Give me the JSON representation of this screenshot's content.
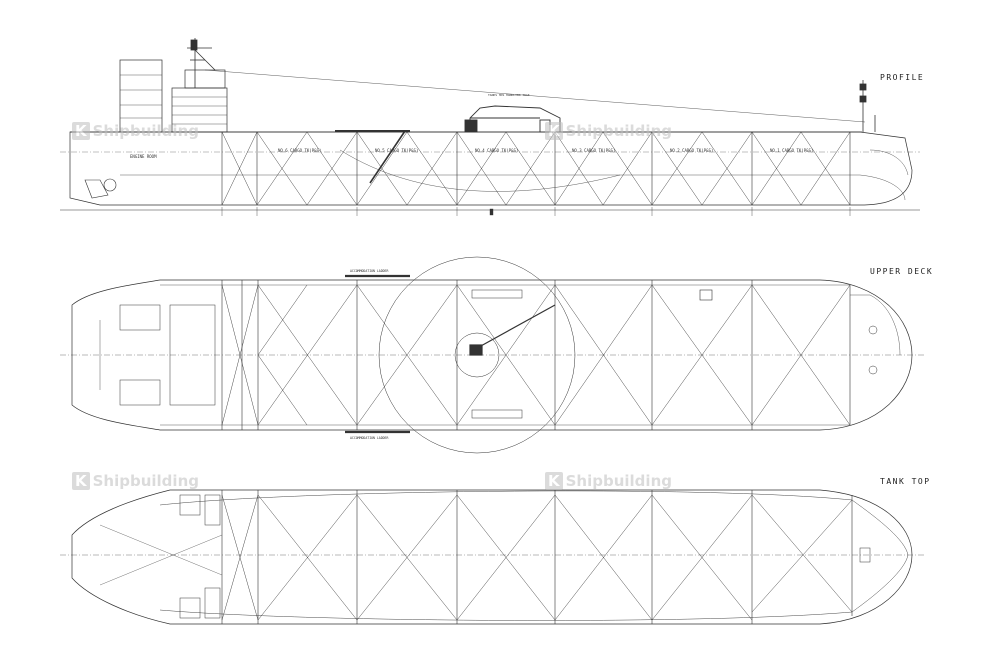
{
  "views": {
    "profile_label": "PROFILE",
    "upper_deck_label": "UPPER DECK",
    "tank_top_label": "TANK TOP"
  },
  "watermark": {
    "text": "Shipbuilding",
    "mark": "K"
  },
  "profile": {
    "engine_room": "ENGINE ROOM",
    "cargo_holds": [
      "NO.6 CARGO TK(P&S)",
      "NO.5 CARGO TK(P&S)",
      "NO.4 CARGO TK(P&S)",
      "NO.3 CARGO TK(P&S)",
      "NO.2 CARGO TK(P&S)",
      "NO.1 CARGO TK(P&S)"
    ],
    "crane_label": "TANKS HOS HANDLING TRAK"
  },
  "upper_deck": {
    "gangway_label": "ACCOMMODATION LADDER"
  },
  "colors": {
    "line": "#333333",
    "background": "#ffffff"
  }
}
